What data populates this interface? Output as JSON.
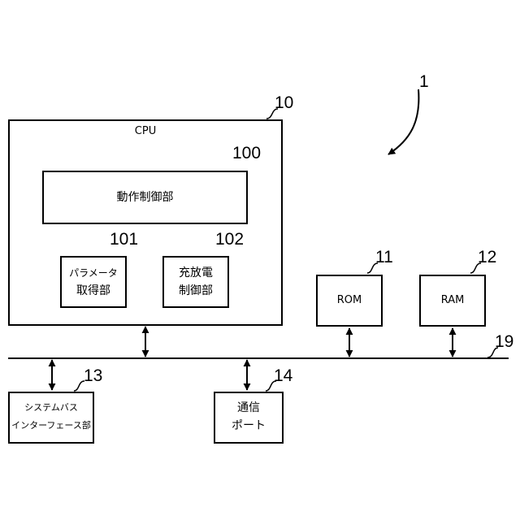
{
  "figure_ref": "1",
  "cpu": {
    "ref": "10",
    "label": "CPU"
  },
  "motion_control": {
    "ref": "100",
    "label": "動作制御部"
  },
  "param_acq": {
    "ref": "101",
    "line1": "パラメータ",
    "line2": "取得部"
  },
  "charge_ctrl": {
    "ref": "102",
    "line1": "充放電",
    "line2": "制御部"
  },
  "rom": {
    "ref": "11",
    "label": "ROM"
  },
  "ram": {
    "ref": "12",
    "label": "RAM"
  },
  "bus": {
    "ref": "19"
  },
  "sysbus_if": {
    "ref": "13",
    "line1": "システムバス",
    "line2": "インターフェース部"
  },
  "comm_port": {
    "ref": "14",
    "line1": "通信",
    "line2": "ポート"
  }
}
